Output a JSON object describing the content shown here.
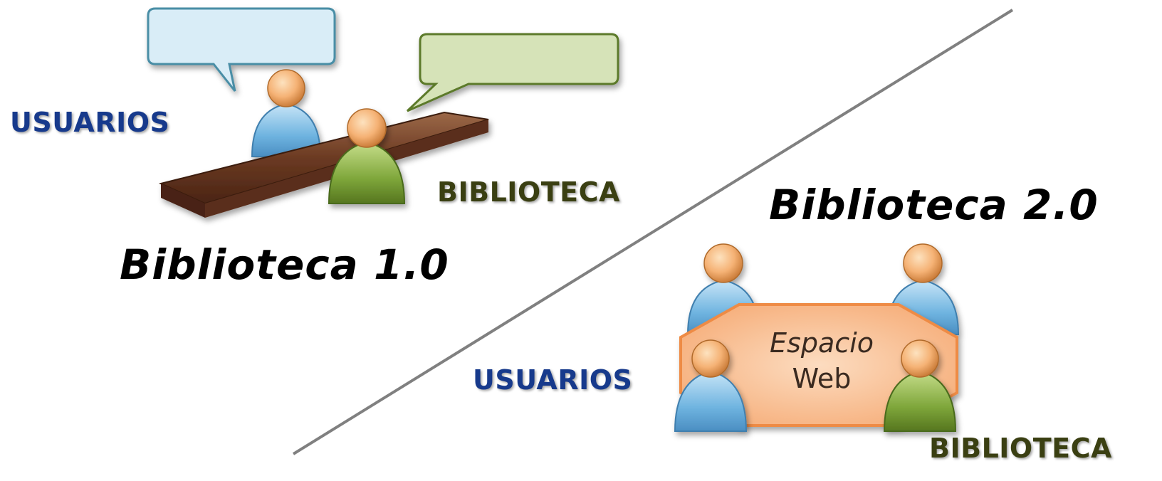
{
  "left_panel": {
    "users_label": "USUARIOS",
    "library_label": "BIBLIOTECA",
    "title": "Biblioteca 1.0"
  },
  "right_panel": {
    "title": "Biblioteca 2.0",
    "users_label": "USUARIOS",
    "library_label": "BIBLIOTECA",
    "shared_space": {
      "line1": "Espacio",
      "line2": "Web"
    }
  },
  "icons": [
    "speech-bubble-icon",
    "person-icon",
    "service-desk-icon",
    "round-table-icon",
    "divider-line"
  ],
  "colors": {
    "users": "#5fa8d8",
    "library": "#7ea63a",
    "users_text": "#173a8c",
    "library_text": "#3a3f12",
    "desk": "#6b3a22",
    "table": "#f7b98c",
    "divider": "#808080"
  }
}
